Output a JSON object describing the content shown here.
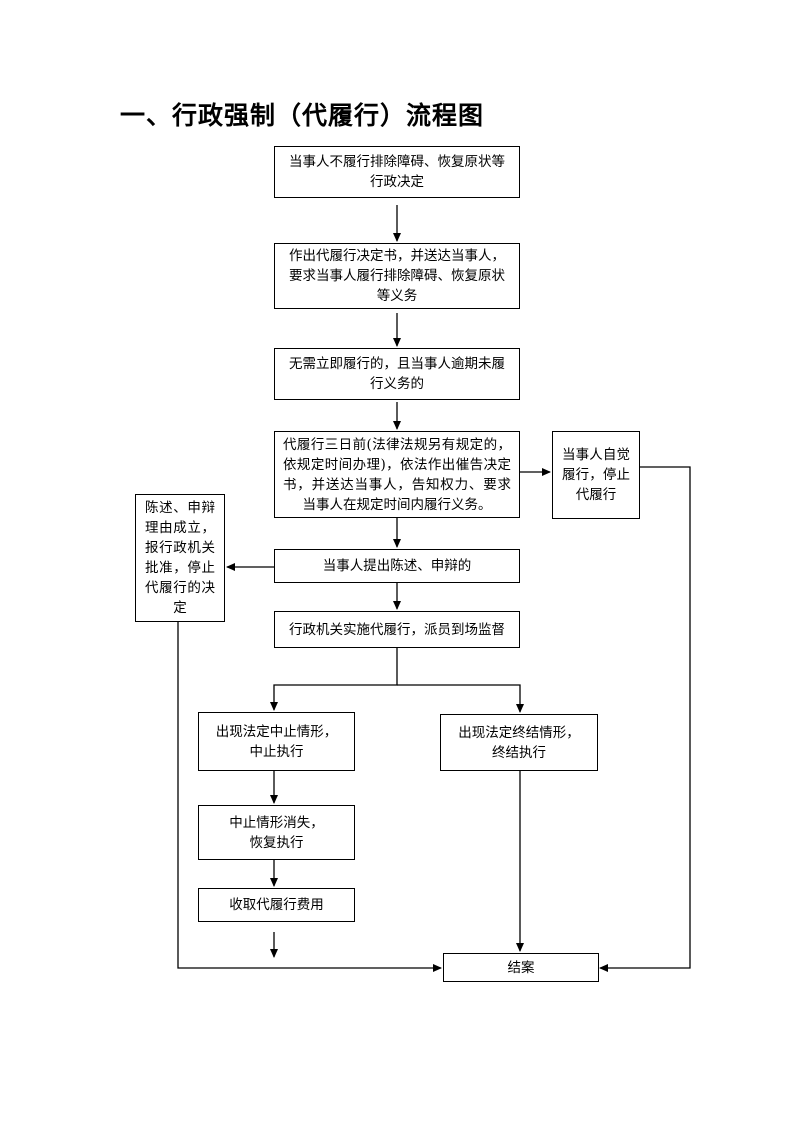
{
  "title": "一、行政强制（代履行）流程图",
  "nodes": {
    "n1": "当事人不履行排除障碍、恢复原状等行政决定",
    "n2": "作出代履行决定书，并送达当事人，要求当事人履行排除障碍、恢复原状等义务",
    "n3": "无需立即履行的，且当事人逾期未履行义务的",
    "n4": "代履行三日前(法律法规另有规定的，依规定时间办理)，依法作出催告决定书，并送达当事人，告知权力、要求当事人在规定时间内履行义务。",
    "n5": "当事人自觉履行，停止代履行",
    "n6": "陈述、申辩理由成立，报行政机关批准，停止代履行的决定",
    "n7": "当事人提出陈述、申辩的",
    "n8": "行政机关实施代履行，派员到场监督",
    "n9": "出现法定中止情形，中止执行",
    "n10": "出现法定终结情形，终结执行",
    "n11": "中止情形消失，恢复执行",
    "n12": "收取代履行费用",
    "n13": "结案"
  }
}
